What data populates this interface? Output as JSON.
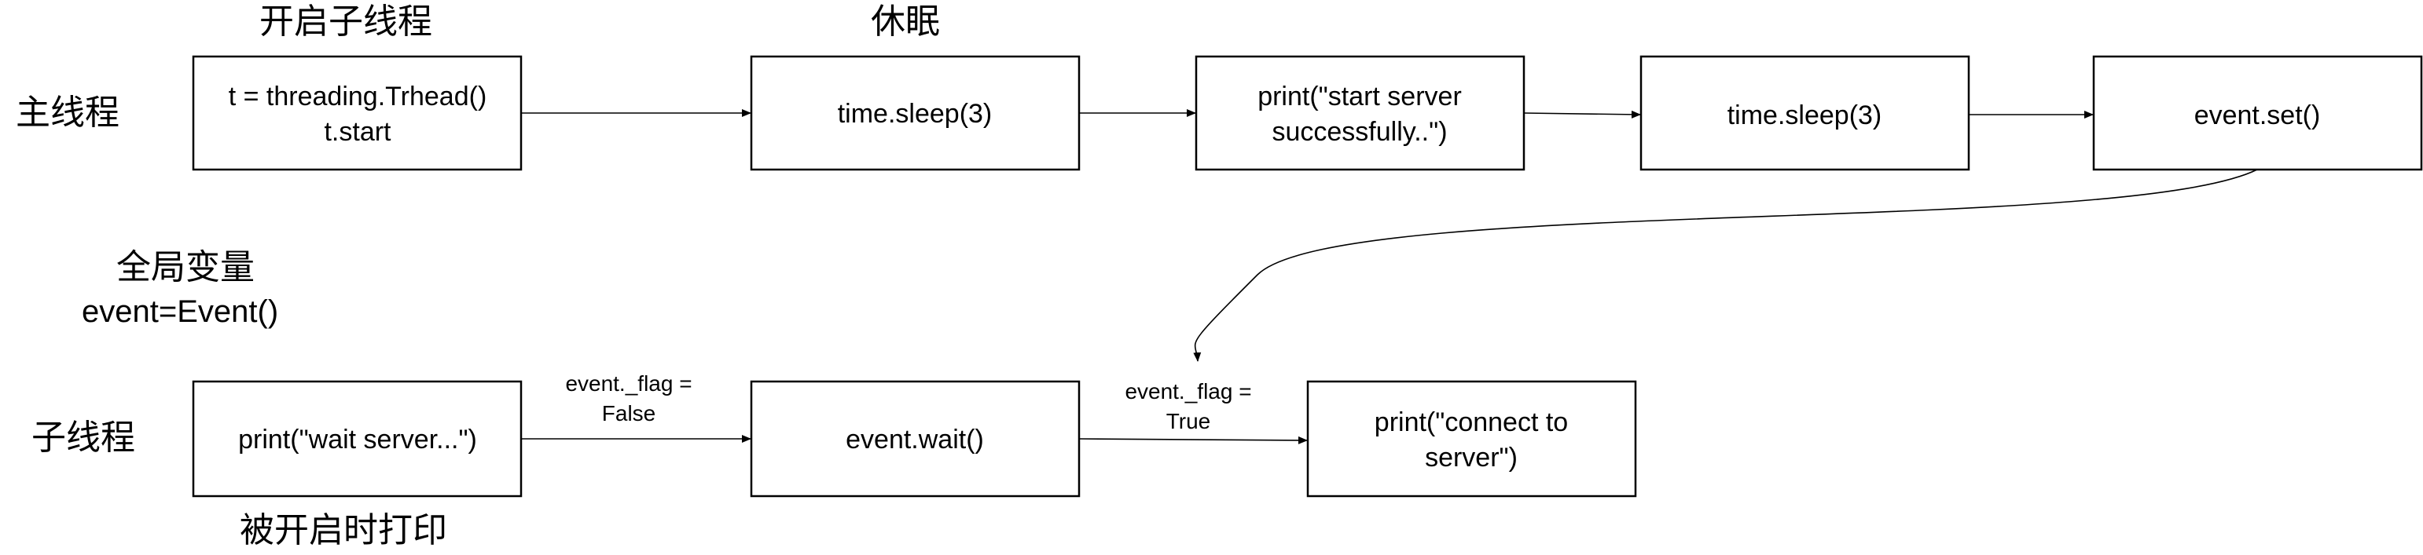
{
  "labels": {
    "main_thread": "主线程",
    "sub_thread": "子线程",
    "start_subthread": "开启子线程",
    "sleep": "休眠",
    "global_var": "全局变量",
    "event_decl": "event=Event()",
    "printed_on_start": "被开启时打印"
  },
  "nodes": {
    "create_thread": {
      "line1": "t = threading.Trhead()",
      "line2": "t.start"
    },
    "sleep_1": {
      "line1": "time.sleep(3)"
    },
    "print_start": {
      "line1": "print(\"start server",
      "line2": "successfully..\")"
    },
    "sleep_2": {
      "line1": "time.sleep(3)"
    },
    "event_set": {
      "line1": "event.set()"
    },
    "print_wait": {
      "line1": "print(\"wait server...\")"
    },
    "event_wait": {
      "line1": "event.wait()"
    },
    "print_connect": {
      "line1": "print(\"connect to",
      "line2": "server\")"
    }
  },
  "edges": {
    "wait_flag": {
      "line1": "event._flag =",
      "line2": "False"
    },
    "set_flag": {
      "line1": "event._flag =",
      "line2": "True"
    }
  }
}
